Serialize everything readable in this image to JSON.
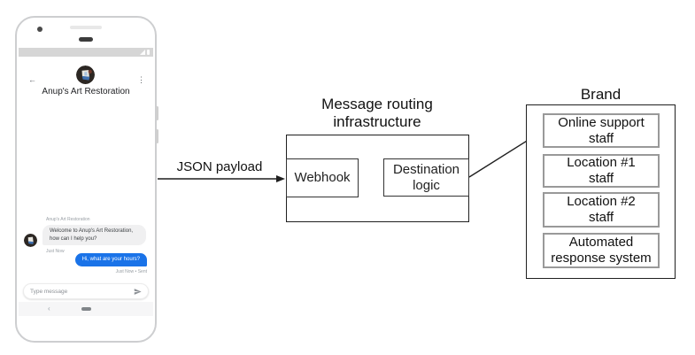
{
  "phone": {
    "status_bar": {
      "icons": [
        "signal-icon",
        "battery-icon"
      ]
    },
    "app_bar": {
      "back_icon": "←",
      "menu_icon": "⋮",
      "title": "Anup's Art Restoration"
    },
    "conversation": {
      "sender_label": "Anup's Art Restoration",
      "incoming_text": "Welcome to Anup's Art Restoration,\nhow can I help you?",
      "incoming_time": "Just Now",
      "outgoing_text": "Hi, what are your hours?",
      "outgoing_meta": "Just Now • Sent"
    },
    "composer": {
      "placeholder": "Type message"
    },
    "nav_bar": {
      "back_icon": "‹"
    }
  },
  "diagram": {
    "payload_label": "JSON payload",
    "routing": {
      "title": "Message routing\ninfrastructure",
      "webhook_label": "Webhook",
      "destination_label": "Destination\nlogic"
    },
    "brand": {
      "title": "Brand",
      "boxes": [
        "Online support\nstaff",
        "Location #1\nstaff",
        "Location #2\nstaff",
        "Automated\nresponse system"
      ]
    }
  },
  "colors": {
    "outgoing_bubble": "#1a73e8",
    "incoming_bubble": "#f0f0f1",
    "diagram_border": "#1f1f1f",
    "brand_inner_border": "#999999"
  }
}
